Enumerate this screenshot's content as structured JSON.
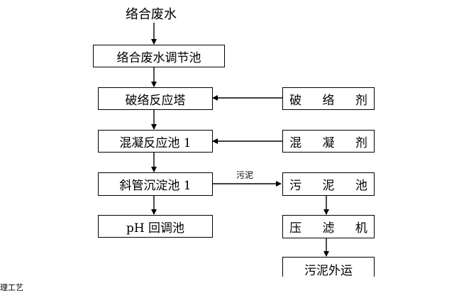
{
  "diagram": {
    "input": "络合废水",
    "edge_label_sludge": "污泥",
    "caption": "理工艺",
    "nodes": {
      "regulating_tank": "络合废水调节池",
      "breaking_tower": "破络反应塔",
      "breaking_agent": "破 络 剂",
      "coag_tank": "混凝反应池 1",
      "coagulant": "混 凝 剂",
      "settler": "斜管沉淀池 1",
      "sludge_tank": "污 泥 池",
      "ph_tank": "pH 回调池",
      "filter_press": "压 滤 机",
      "sludge_out": "污泥外运"
    }
  }
}
